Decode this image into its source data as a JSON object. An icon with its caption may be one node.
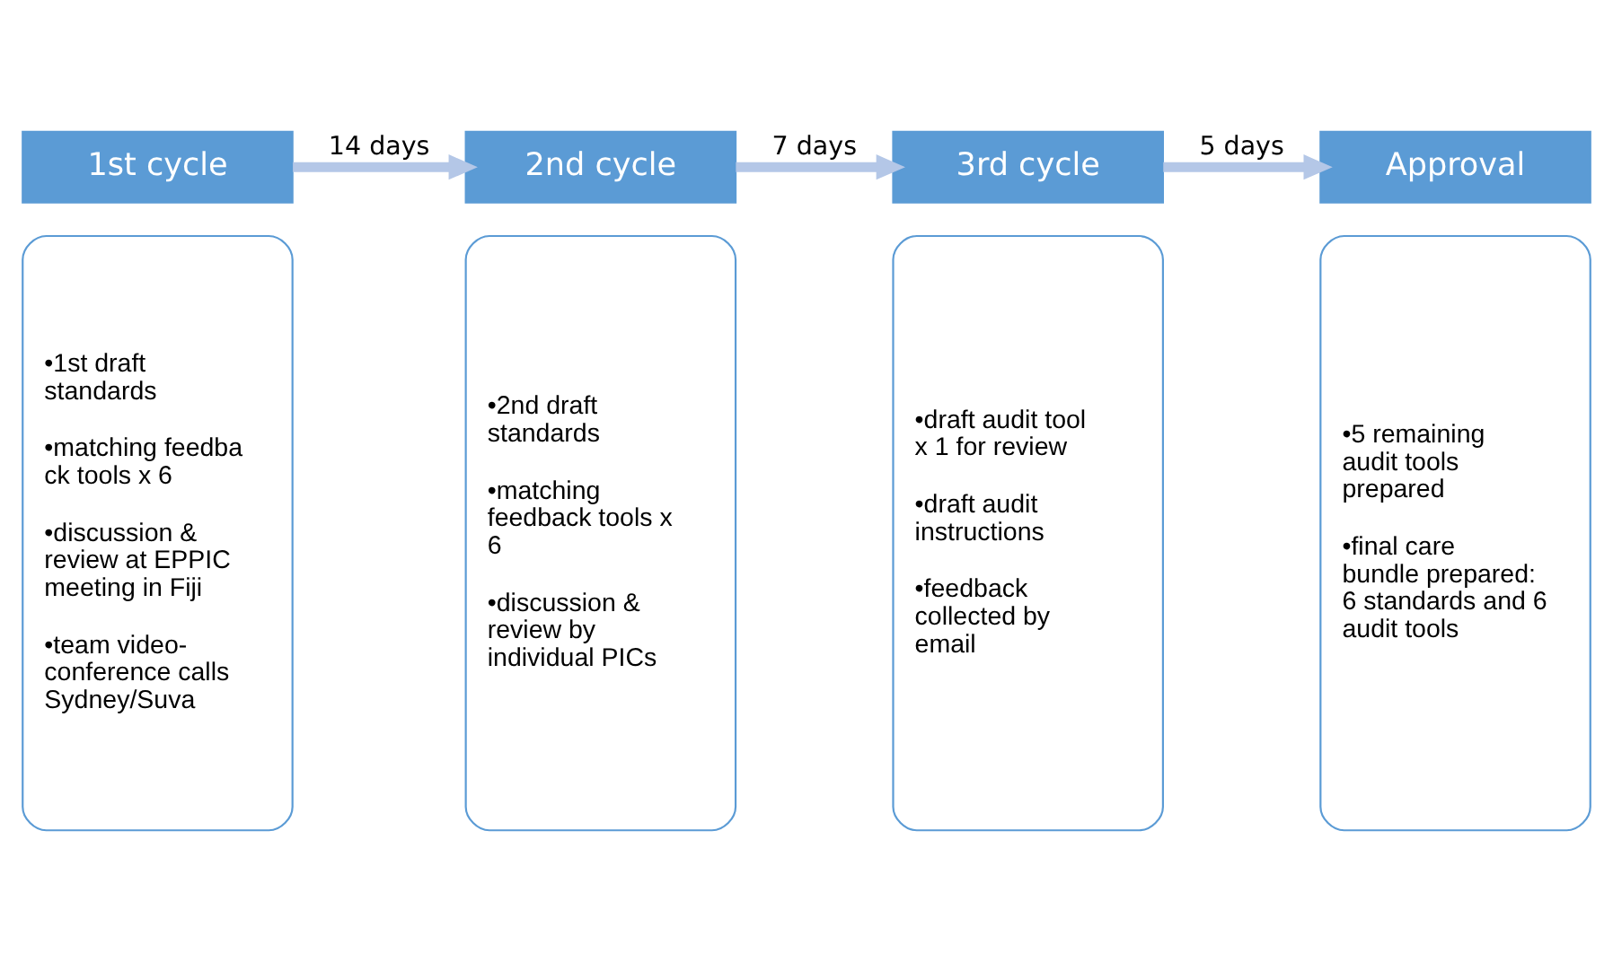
{
  "diagram": {
    "nodes": [
      {
        "text": [
          "1st cycle"
        ]
      },
      {
        "text": [
          "•1st draft standards",
          "•matching feedba ck tools x 6",
          "•discussion & review at EPPIC meeting in Fiji",
          "•team video-conference calls Sydney/Suva"
        ]
      },
      {
        "text": [
          "2nd cycle"
        ]
      },
      {
        "text": [
          "•2nd draft standards",
          "•matching feedback tools x 6",
          "•discussion & review by individual PICs"
        ]
      },
      {
        "text": [
          "3rd cycle"
        ]
      },
      {
        "text": [
          "•draft audit tool x 1 for review",
          "•draft audit instructions",
          "•feedback collected by email"
        ]
      },
      {
        "text": [
          "Approval"
        ]
      },
      {
        "text": [
          "•5 remaining audit tools prepared",
          "•final care bundle prepared: 6 standards and 6 audit tools"
        ]
      }
    ],
    "edges": [
      {
        "from": 0,
        "to": 2,
        "label": "14 days",
        "arrow": "to"
      },
      {
        "from": 2,
        "to": 4,
        "label": "7 days",
        "arrow": "to"
      },
      {
        "from": 4,
        "to": 6,
        "label": "5 days",
        "arrow": "to"
      }
    ]
  }
}
